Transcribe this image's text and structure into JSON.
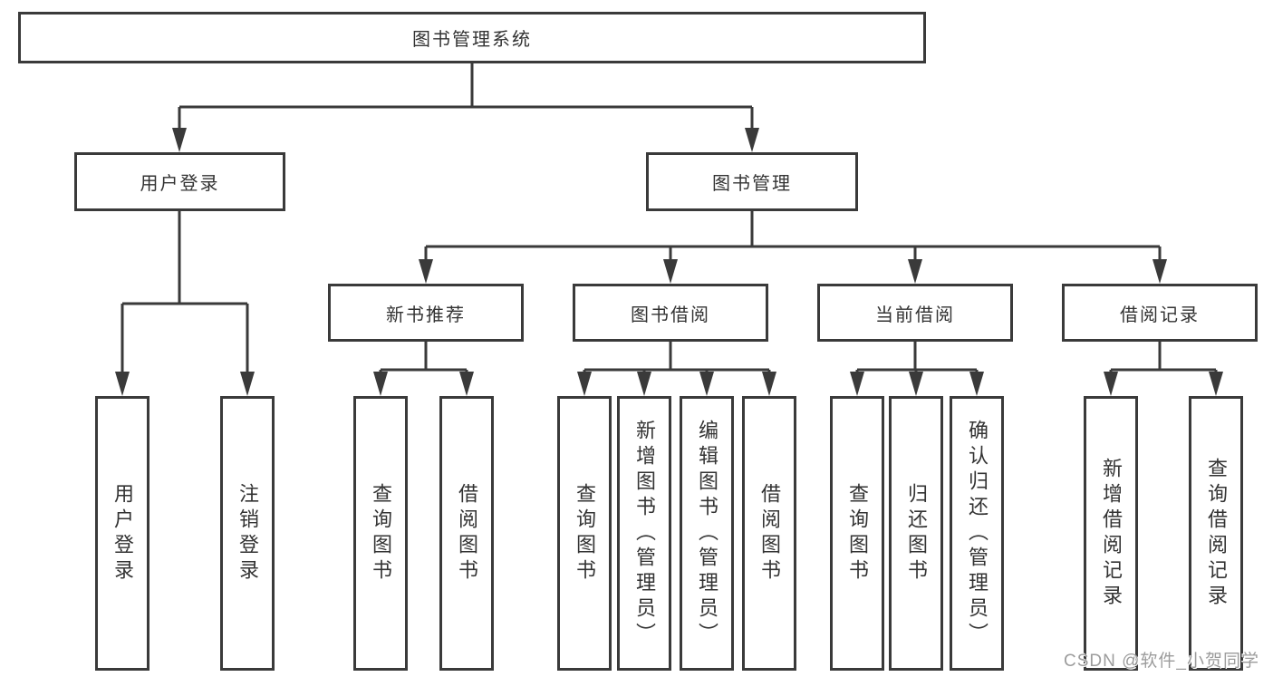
{
  "tree": {
    "label": "图书管理系统",
    "children": [
      {
        "label": "用户登录",
        "children": [
          {
            "label": "用户登录"
          },
          {
            "label": "注销登录"
          }
        ]
      },
      {
        "label": "图书管理",
        "children": [
          {
            "label": "新书推荐",
            "children": [
              {
                "label": "查询图书"
              },
              {
                "label": "借阅图书"
              }
            ]
          },
          {
            "label": "图书借阅",
            "children": [
              {
                "label": "查询图书"
              },
              {
                "label": "新增图书（管理员）"
              },
              {
                "label": "编辑图书（管理员）"
              },
              {
                "label": "借阅图书"
              }
            ]
          },
          {
            "label": "当前借阅",
            "children": [
              {
                "label": "查询图书"
              },
              {
                "label": "归还图书"
              },
              {
                "label": "确认归还（管理员）"
              }
            ]
          },
          {
            "label": "借阅记录",
            "children": [
              {
                "label": "新增借阅记录"
              },
              {
                "label": "查询借阅记录"
              }
            ]
          }
        ]
      }
    ]
  },
  "watermark": {
    "text": "CSDN @软件_小贺同学"
  },
  "colors": {
    "line": "#3a3a3a",
    "text": "#333333",
    "watermark": "#9c9c9c",
    "background": "#ffffff"
  }
}
